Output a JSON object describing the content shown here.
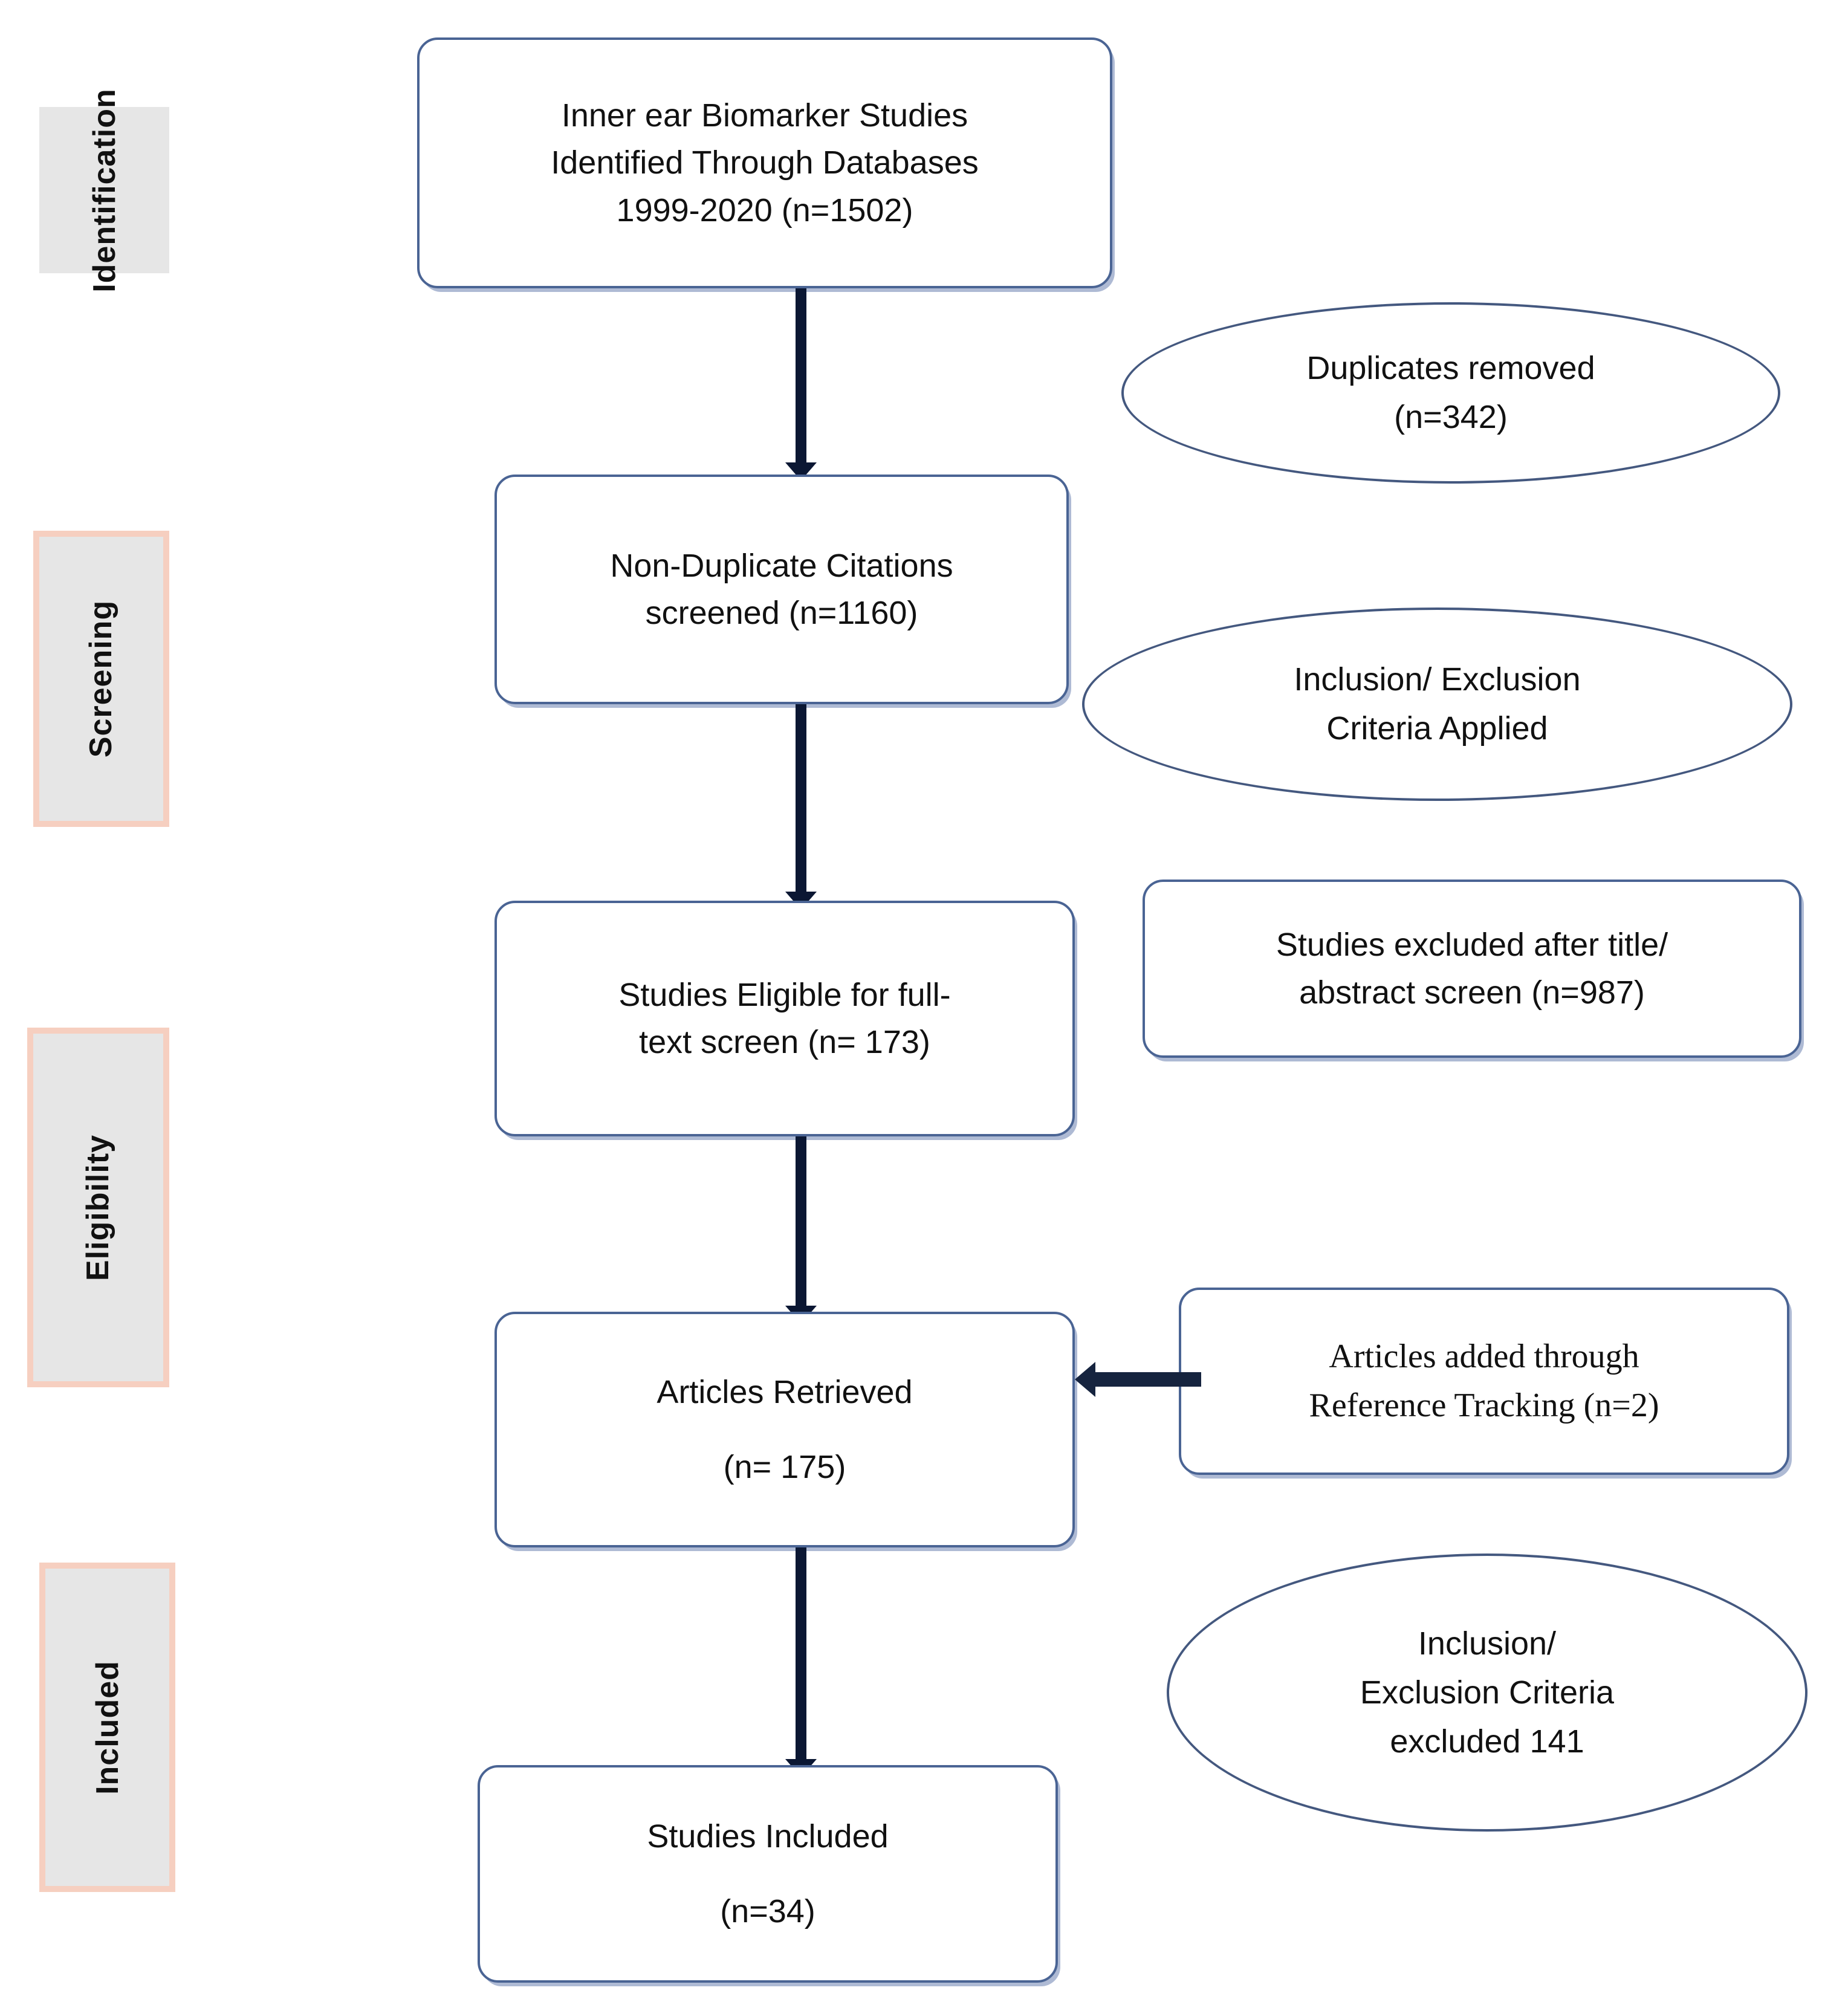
{
  "diagram": {
    "type": "prisma-flow-diagram",
    "title": "Inner ear biomarker systematic review selection flow"
  },
  "colors": {
    "box_border": "#4a6494",
    "box_shadow": "#aebad4",
    "ellipse_border": "#44587f",
    "arrow": "#0b1733",
    "stage_fill": "#e6e6e6",
    "stage_border": "#f6cfc0",
    "text": "#111111",
    "background": "#ffffff"
  },
  "stages": [
    {
      "id": "identification",
      "label": "Identification",
      "bordered": false
    },
    {
      "id": "screening",
      "label": "Screening",
      "bordered": true
    },
    {
      "id": "eligibility",
      "label": "Eligibility",
      "bordered": true
    },
    {
      "id": "included",
      "label": "Included",
      "bordered": true
    }
  ],
  "nodes": {
    "identified": {
      "lines": [
        "Inner ear Biomarker Studies",
        "Identified Through Databases",
        "1999-2020 (n=1502)"
      ]
    },
    "non_duplicate": {
      "lines": [
        "Non-Duplicate Citations",
        "screened (n=1160)"
      ]
    },
    "eligible_fulltext": {
      "lines": [
        "Studies Eligible for full-",
        "text screen (n= 173)"
      ]
    },
    "articles_retrieved": {
      "lines": [
        "Articles Retrieved",
        "(n= 175)"
      ]
    },
    "studies_included": {
      "lines": [
        "Studies Included",
        "(n=34)"
      ]
    },
    "excluded_title_abstract": {
      "lines": [
        "Studies excluded after title/",
        "abstract screen (n=987)"
      ]
    },
    "reference_tracking": {
      "lines": [
        "Articles added through",
        "Reference Tracking (n=2)"
      ]
    }
  },
  "ellipses": {
    "duplicates_removed": {
      "lines": [
        "Duplicates removed",
        "(n=342)"
      ]
    },
    "criteria_applied": {
      "lines": [
        "Inclusion/ Exclusion",
        "Criteria Applied"
      ]
    },
    "criteria_excluded": {
      "lines": [
        "Inclusion/",
        "Exclusion Criteria",
        "excluded 141"
      ]
    }
  },
  "arrows": [
    {
      "id": "identified-to-nonduplicate",
      "direction": "down"
    },
    {
      "id": "nonduplicate-to-eligible",
      "direction": "down"
    },
    {
      "id": "eligible-to-retrieved",
      "direction": "down"
    },
    {
      "id": "retrieved-to-included",
      "direction": "down"
    },
    {
      "id": "reference-tracking-to-retrieved",
      "direction": "left"
    }
  ],
  "chart_data": {
    "type": "table",
    "title": "PRISMA study selection counts",
    "categories": [
      "Identified through databases 1999-2020",
      "Duplicates removed",
      "Non-duplicate citations screened",
      "Excluded after title/abstract screen",
      "Eligible for full-text screen",
      "Added through reference tracking",
      "Articles retrieved",
      "Excluded by inclusion/exclusion criteria",
      "Studies included"
    ],
    "values": [
      1502,
      342,
      1160,
      987,
      173,
      2,
      175,
      141,
      34
    ]
  }
}
